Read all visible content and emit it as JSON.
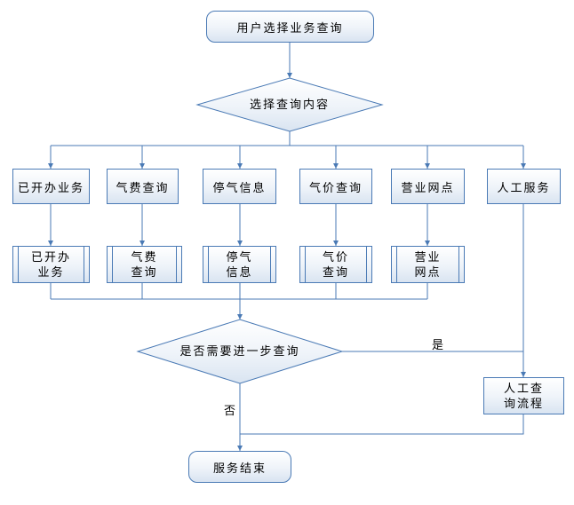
{
  "colors": {
    "line": "#4a7ab5",
    "text": "#000000"
  },
  "flowchart": {
    "start": {
      "label": "用户选择业务查询"
    },
    "decision1": {
      "label": "选择查询内容"
    },
    "branches": [
      {
        "label": "已开办业务"
      },
      {
        "label": "气费查询"
      },
      {
        "label": "停气信息"
      },
      {
        "label": "气价查询"
      },
      {
        "label": "营业网点"
      },
      {
        "label": "人工服务"
      }
    ],
    "subprocesses": [
      {
        "lines": [
          "已开办",
          "业务"
        ]
      },
      {
        "lines": [
          "气费",
          "查询"
        ]
      },
      {
        "lines": [
          "停气",
          "信息"
        ]
      },
      {
        "lines": [
          "气价",
          "查询"
        ]
      },
      {
        "lines": [
          "营业",
          "网点"
        ]
      }
    ],
    "decision2": {
      "label": "是否需要进一步查询",
      "yes_label": "是",
      "no_label": "否"
    },
    "manual_process": {
      "lines": [
        "人工查",
        "询流程"
      ]
    },
    "end": {
      "label": "服务结束"
    }
  }
}
